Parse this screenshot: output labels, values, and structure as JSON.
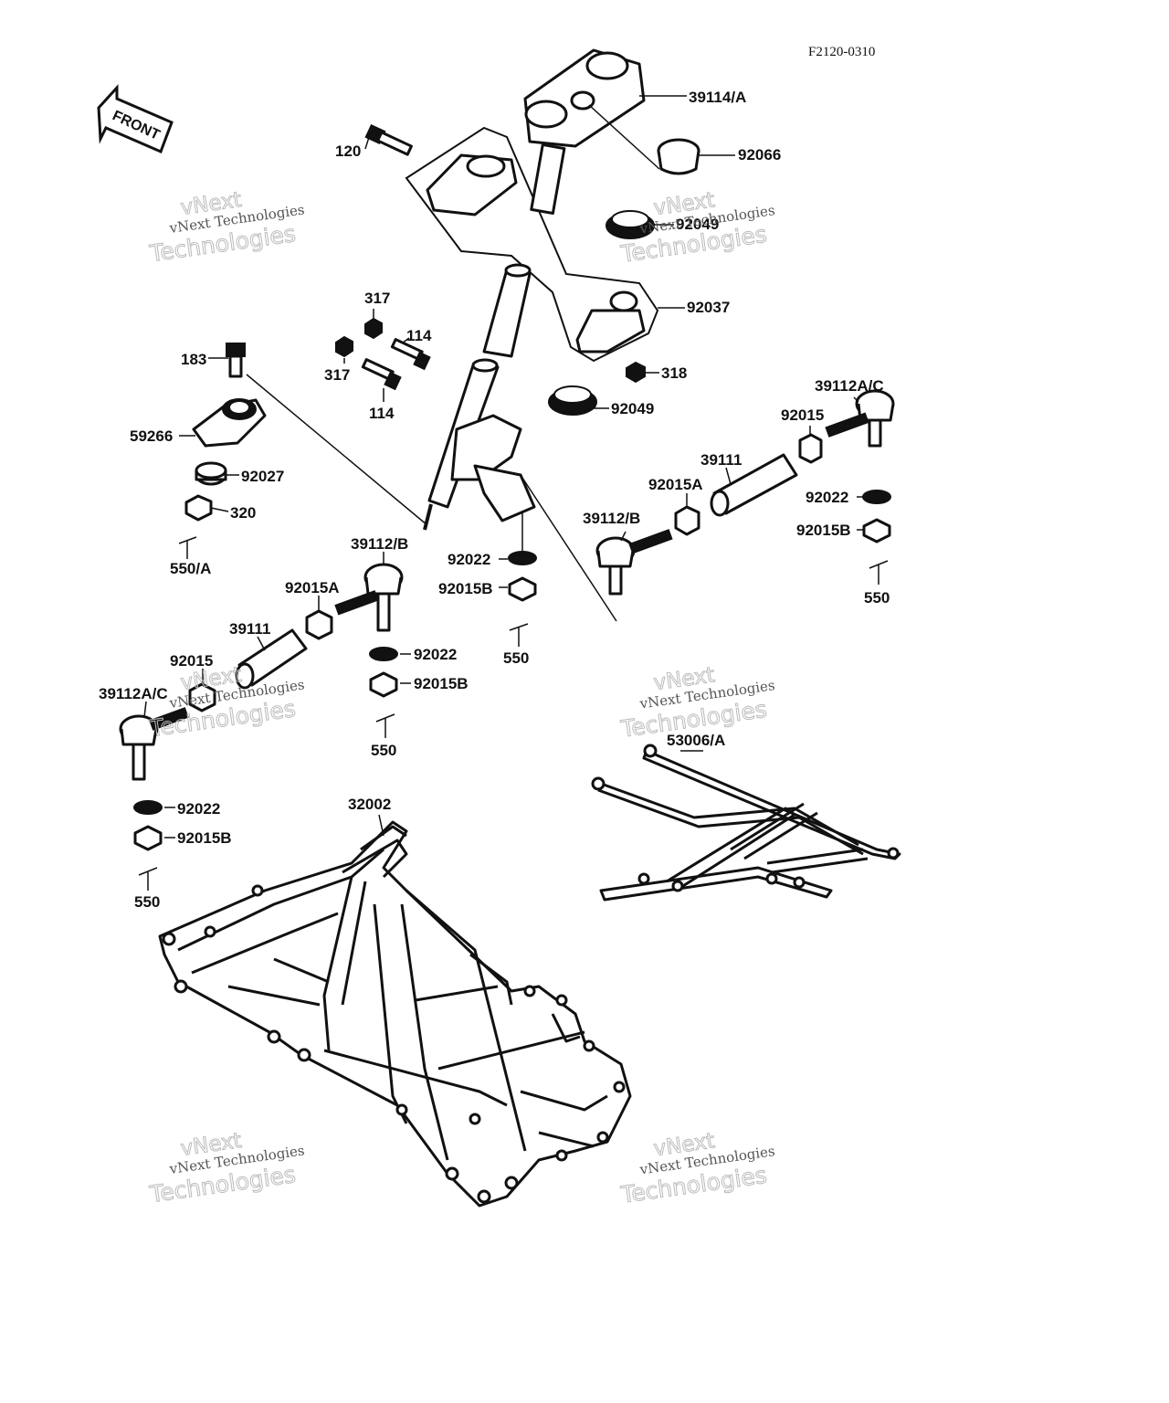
{
  "diagram_code": "F2120-0310",
  "front_arrow_label": "FRONT",
  "callouts": {
    "c39114a": "39114/A",
    "c92066": "92066",
    "c120": "120",
    "c92049_top": "92049",
    "c92037": "92037",
    "c317a": "317",
    "c114a": "114",
    "c317b": "317",
    "c114b": "114",
    "c318": "318",
    "c183": "183",
    "c59266": "59266",
    "c92049_bot": "92049",
    "c92027": "92027",
    "c320": "320",
    "c550a": "550/A",
    "c39112ac_r": "39112A/C",
    "c92015_r": "92015",
    "c39111_r": "39111",
    "c92015a_r": "92015A",
    "c39112b_r": "39112/B",
    "c92022_r": "92022",
    "c92015b_r": "92015B",
    "c550_r": "550",
    "c92022_m": "92022",
    "c92015b_m": "92015B",
    "c550_m": "550",
    "c39112b_l": "39112/B",
    "c92015a_l": "92015A",
    "c39111_l": "39111",
    "c92015_l": "92015",
    "c39112ac_l": "39112A/C",
    "c92022_l1": "92022",
    "c92015b_l1": "92015B",
    "c550_l1": "550",
    "c92022_l2": "92022",
    "c92015b_l2": "92015B",
    "c550_l2": "550",
    "c53006a": "53006/A",
    "c32002": "32002"
  },
  "watermark": {
    "line1": "vNext Technologies",
    "line2": "Technologies",
    "line3": "vNext"
  }
}
